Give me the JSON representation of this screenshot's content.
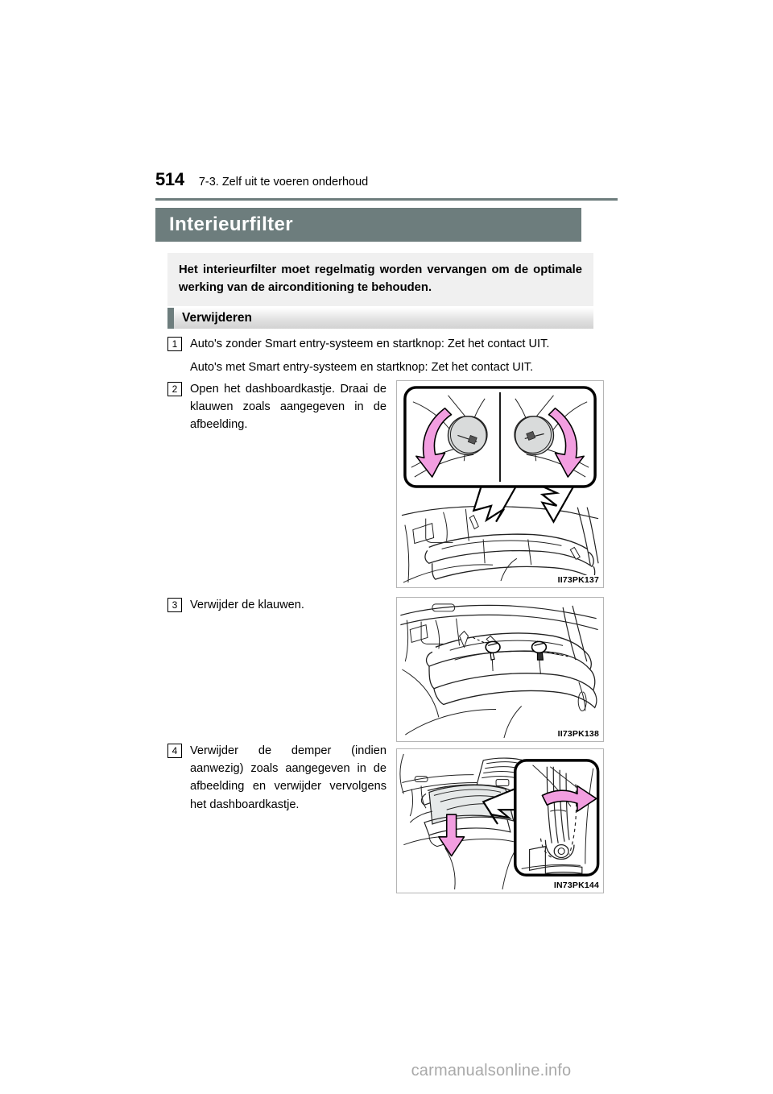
{
  "document": {
    "page_number": "514",
    "header_title": "7-3. Zelf uit te voeren onderhoud",
    "section_title": "Interieurfilter",
    "watermark": "carmanualsonline.info"
  },
  "intro": {
    "text": "Het interieurfilter moet regelmatig worden vervangen om de optimale werking van de airconditioning te behouden."
  },
  "subsection": {
    "label": "Verwijderen"
  },
  "steps": [
    {
      "number": "1",
      "text": "Auto's zonder Smart entry-systeem en startknop: Zet het contact UIT.",
      "text2": "Auto's met Smart entry-systeem en startknop: Zet het contact UIT."
    },
    {
      "number": "2",
      "text": "Open het dashboardkastje. Draai de klauwen zoals aangegeven in de afbeelding."
    },
    {
      "number": "3",
      "text": "Verwijder de klauwen."
    },
    {
      "number": "4",
      "text": "Verwijder de demper (indien aanwezig) zoals aangegeven in de afbeelding en verwijder vervolgens het dashboardkastje."
    }
  ],
  "figures": [
    {
      "code": "II73PK137",
      "alt": "dashboardkastje klauwen draaien"
    },
    {
      "code": "II73PK138",
      "alt": "klauwen verwijderen"
    },
    {
      "code": "IN73PK144",
      "alt": "demper verwijderen"
    }
  ],
  "colors": {
    "accent": "#6d7d7d",
    "callout_bg": "#f0f0f0",
    "arrow_pink": "#f29ee0",
    "watermark": "#a9a9a9"
  }
}
